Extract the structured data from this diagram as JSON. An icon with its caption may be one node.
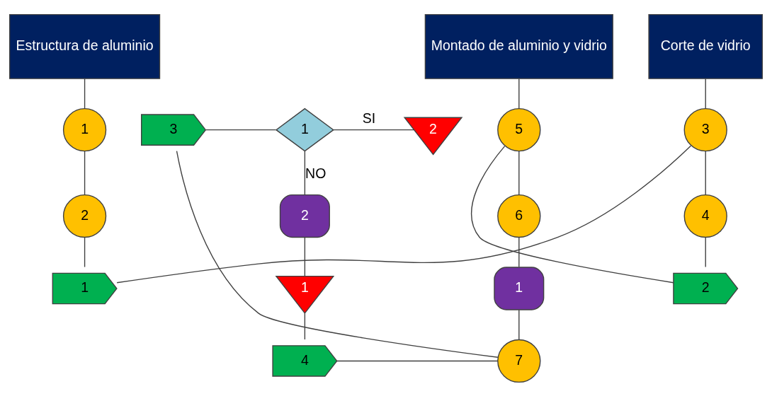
{
  "diagram": {
    "nodes": [
      {
        "text": [
          "Estructura de aluminio"
        ]
      },
      {
        "text": [
          "Corte de vidrio"
        ]
      },
      {
        "text": [
          "Montado de aluminio y vidrio"
        ]
      },
      {
        "text": [
          "1"
        ]
      },
      {
        "text": [
          "2"
        ]
      },
      {
        "text": [
          "1"
        ]
      },
      {
        "text": [
          "3"
        ]
      },
      {
        "text": [
          "4"
        ]
      },
      {
        "text": [
          "2"
        ]
      },
      {
        "text": [
          "5"
        ]
      },
      {
        "text": [
          "6"
        ]
      },
      {
        "text": [
          "1"
        ]
      },
      {
        "text": [
          "7"
        ]
      },
      {
        "text": [
          "3"
        ]
      },
      {
        "text": [
          "1"
        ]
      },
      {
        "text": [
          "2"
        ]
      },
      {
        "text": [
          "1"
        ]
      },
      {
        "text": [
          "4"
        ]
      },
      {
        "text": [
          "2"
        ]
      }
    ],
    "edges": [
      {
        "from": 0,
        "to": 3,
        "arrow": "none"
      },
      {
        "from": 3,
        "to": 4,
        "arrow": "none"
      },
      {
        "from": 4,
        "to": 5,
        "arrow": "none"
      },
      {
        "from": 5,
        "to": 6,
        "arrow": "none"
      },
      {
        "from": 1,
        "to": 6,
        "arrow": "none"
      },
      {
        "from": 6,
        "to": 7,
        "arrow": "none"
      },
      {
        "from": 7,
        "to": 8,
        "arrow": "none"
      },
      {
        "from": 8,
        "to": 9,
        "arrow": "none"
      },
      {
        "from": 2,
        "to": 9,
        "arrow": "none"
      },
      {
        "from": 9,
        "to": 10,
        "arrow": "none"
      },
      {
        "from": 10,
        "to": 11,
        "arrow": "none"
      },
      {
        "from": 11,
        "to": 12,
        "arrow": "none"
      },
      {
        "from": 12,
        "to": 13,
        "arrow": "none"
      },
      {
        "from": 13,
        "to": 14,
        "arrow": "none"
      },
      {
        "from": 14,
        "to": 18,
        "arrow": "none",
        "label": "SI"
      },
      {
        "from": 14,
        "to": 15,
        "arrow": "none",
        "label": "NO"
      },
      {
        "from": 15,
        "to": 16,
        "arrow": "none"
      },
      {
        "from": 16,
        "to": 17,
        "arrow": "none"
      },
      {
        "from": 17,
        "to": 12,
        "arrow": "none"
      }
    ]
  }
}
